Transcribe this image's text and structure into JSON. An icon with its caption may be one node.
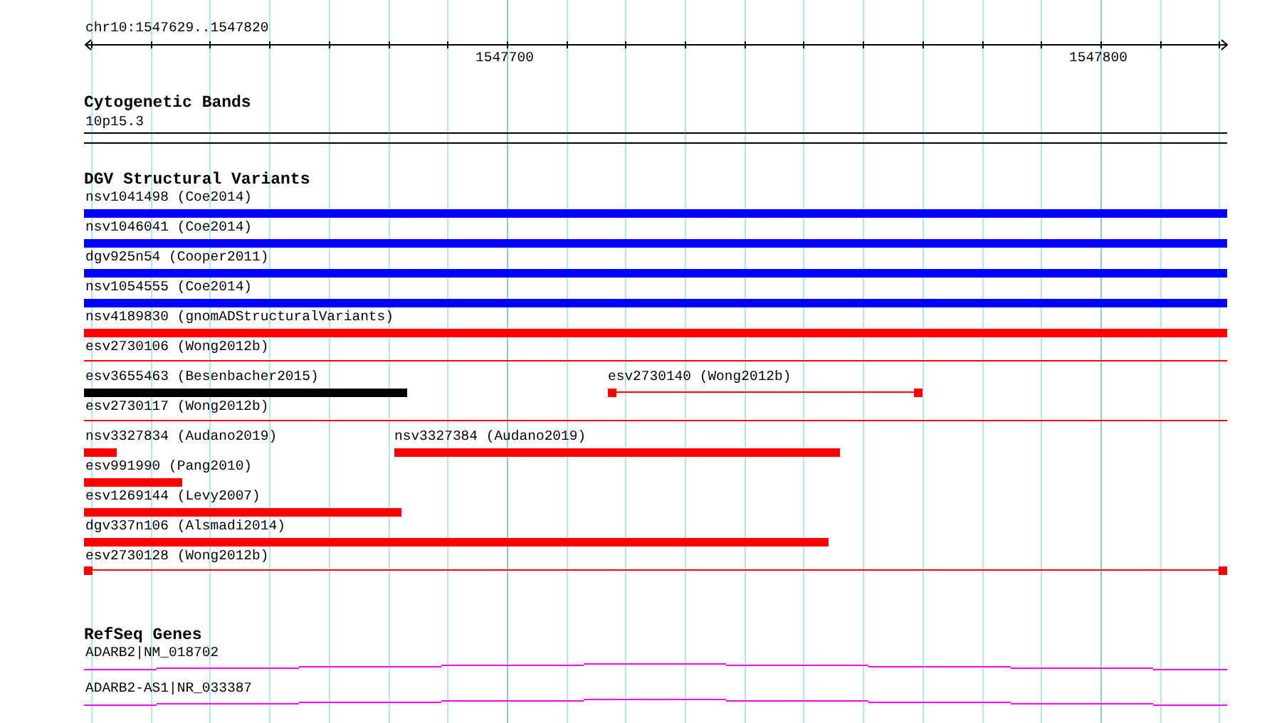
{
  "diagram": {
    "nodes": [
      {
        "text": [
          "nsv1041498 (Coe2014)"
        ]
      },
      {
        "text": [
          "nsv1046041 (Coe2014)"
        ]
      },
      {
        "text": [
          "dgv925n54 (Cooper2011)"
        ]
      },
      {
        "text": [
          "nsv1054555 (Coe2014)"
        ]
      },
      {
        "text": [
          "nsv4189830 (gnomADStructuralVariants)"
        ]
      },
      {
        "text": [
          "esv2730106 (Wong2012b)"
        ]
      },
      {
        "text": [
          "esv3655463 (Besenbacher2015)"
        ]
      },
      {
        "text": [
          "esv2730140 (Wong2012b)"
        ]
      },
      {
        "text": [
          "esv2730117 (Wong2012b)"
        ]
      },
      {
        "text": [
          "nsv3327834 (Audano2019)"
        ]
      },
      {
        "text": [
          "nsv3327384 (Audano2019)"
        ]
      },
      {
        "text": [
          "esv991990 (Pang2010)"
        ]
      },
      {
        "text": [
          "esv1269144 (Levy2007)"
        ]
      },
      {
        "text": [
          "dgv337n106 (Alsmadi2014)"
        ]
      },
      {
        "text": [
          "esv2730128 (Wong2012b)"
        ]
      },
      {
        "text": [
          "ADARB2|NM_018702"
        ]
      },
      {
        "text": [
          "ADARB2-AS1|NR_033387"
        ]
      }
    ],
    "labels": [
      "chr10:1547629..1547820",
      "1547700",
      "1547800",
      "Cytogenetic Bands",
      "10p15.3",
      "DGV Structural Variants",
      "RefSeq Genes"
    ]
  }
}
